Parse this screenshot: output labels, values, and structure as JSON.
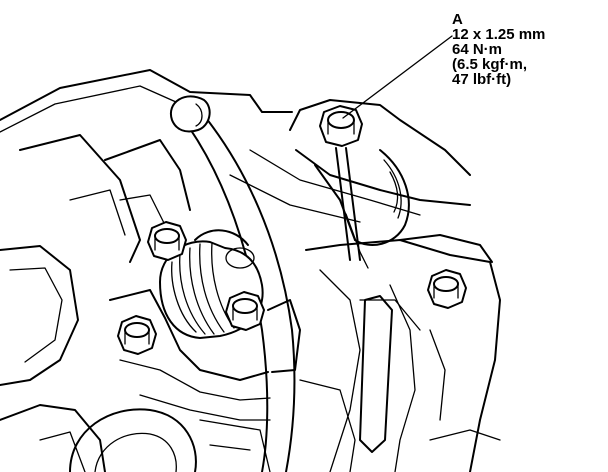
{
  "callout": {
    "label": "A",
    "bolt_size": "12 x 1.25 mm",
    "torque_nm": "64 N·m",
    "torque_kgfm": "(6.5 kgf·m,",
    "torque_lbfft": "47 lbf·ft)"
  }
}
